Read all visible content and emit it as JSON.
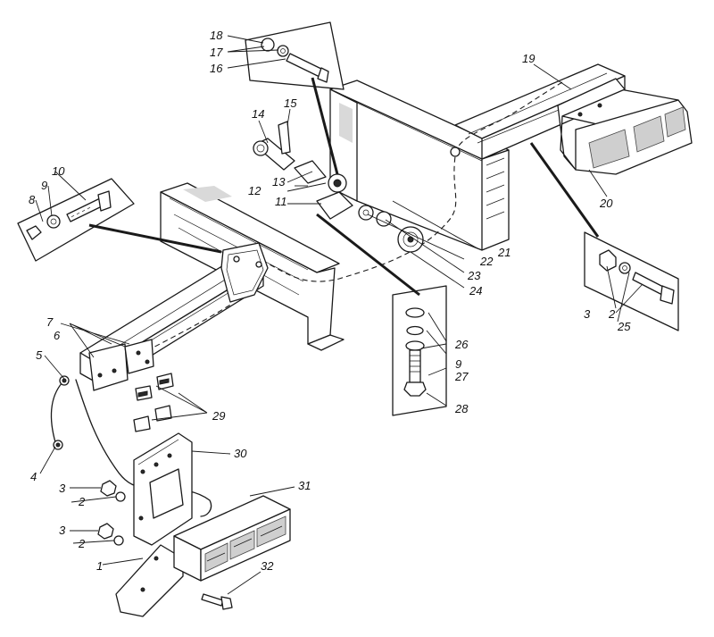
{
  "callouts": [
    {
      "id": "1",
      "text": "1"
    },
    {
      "id": "2a",
      "text": "2"
    },
    {
      "id": "2b",
      "text": "2"
    },
    {
      "id": "2c",
      "text": "2"
    },
    {
      "id": "3a",
      "text": "3"
    },
    {
      "id": "3b",
      "text": "3"
    },
    {
      "id": "3c",
      "text": "3"
    },
    {
      "id": "4",
      "text": "4"
    },
    {
      "id": "5",
      "text": "5"
    },
    {
      "id": "6",
      "text": "6"
    },
    {
      "id": "7",
      "text": "7"
    },
    {
      "id": "8",
      "text": "8"
    },
    {
      "id": "9a",
      "text": "9"
    },
    {
      "id": "9b",
      "text": "9"
    },
    {
      "id": "10",
      "text": "10"
    },
    {
      "id": "11",
      "text": "11"
    },
    {
      "id": "12",
      "text": "12"
    },
    {
      "id": "13",
      "text": "13"
    },
    {
      "id": "14",
      "text": "14"
    },
    {
      "id": "15",
      "text": "15"
    },
    {
      "id": "16",
      "text": "16"
    },
    {
      "id": "17",
      "text": "17"
    },
    {
      "id": "18",
      "text": "18"
    },
    {
      "id": "19",
      "text": "19"
    },
    {
      "id": "20",
      "text": "20"
    },
    {
      "id": "21",
      "text": "21"
    },
    {
      "id": "22",
      "text": "22"
    },
    {
      "id": "23",
      "text": "23"
    },
    {
      "id": "24",
      "text": "24"
    },
    {
      "id": "25",
      "text": "25"
    },
    {
      "id": "26",
      "text": "26"
    },
    {
      "id": "27",
      "text": "27"
    },
    {
      "id": "28",
      "text": "28"
    },
    {
      "id": "29",
      "text": "29"
    },
    {
      "id": "30",
      "text": "30"
    },
    {
      "id": "31",
      "text": "31"
    },
    {
      "id": "32",
      "text": "32"
    }
  ]
}
